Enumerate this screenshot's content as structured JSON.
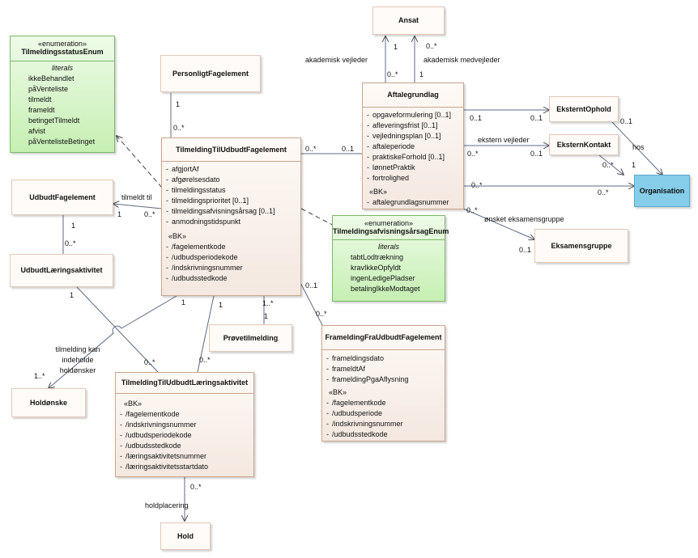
{
  "classes": {
    "ansat": {
      "title": "Ansat"
    },
    "personligt": {
      "title": "PersonligtFagelement"
    },
    "udbudt_fagelement": {
      "title": "UdbudtFagelement"
    },
    "udbudt_laering": {
      "title": "UdbudtLæringsaktivitet"
    },
    "holdonske": {
      "title": "Holdønske"
    },
    "provetilmelding": {
      "title": "Prøvetilmelding"
    },
    "hold": {
      "title": "Hold"
    },
    "ekstern_ophold": {
      "title": "EksterntOphold"
    },
    "ekstern_kontakt": {
      "title": "EksternKontakt"
    },
    "eksamensgruppe": {
      "title": "Eksamensgruppe"
    },
    "organisation": {
      "title": "Organisation"
    },
    "status_enum": {
      "stereotype": "«enumeration»",
      "title": "TilmeldingsstatusEnum",
      "literals_header": "literals",
      "literals": [
        "ikkeBehandlet",
        "påVenteliste",
        "tilmeldt",
        "frameldt",
        "betingetTilmeldt",
        "afvist",
        "påVentelisteBetinget"
      ]
    },
    "afvisning_enum": {
      "stereotype": "«enumeration»",
      "title": "TilmeldingsafvisningsårsagEnum",
      "literals_header": "literals",
      "literals": [
        "tabtLodtrækning",
        "kravIkkeOpfyldt",
        "ingenLedigePladser",
        "betalingIkkeModtaget"
      ]
    },
    "tilmelding_fag": {
      "title": "TilmeldingTilUdbudtFagelement",
      "attributes": [
        "afgjortAf",
        "afgørelsesdato",
        "tilmeldingsstatus",
        "tilmeldingsprioritet [0..1]",
        "tilmeldingsafvisningsårsag [0..1]",
        "anmodningstidspunkt"
      ],
      "bk_label": "«BK»",
      "bk": [
        "/fagelementkode",
        "/udbudsperiodekode",
        "/indskrivningsnummer",
        "/udbudsstedkode"
      ]
    },
    "aftalegrundlag": {
      "title": "Aftalegrundlag",
      "attributes": [
        "opgaveformulering [0..1]",
        "afleveringsfrist [0..1]",
        "vejledningsplan [0..1]",
        "aftaleperiode",
        "praktiskeForhold [0..1]",
        "lønnetPraktik",
        "fortrolighed"
      ],
      "bk_label": "«BK»",
      "bk": [
        "aftalegrundlagsnummer"
      ]
    },
    "framelding": {
      "title": "FrameldingFraUdbudtFagelement",
      "attributes": [
        "frameldingsdato",
        "frameldtAf",
        "frameldingPgaAflysning"
      ],
      "bk_label": "«BK»",
      "bk": [
        "/fagelementkode",
        "/udbudsperiode",
        "/indskrivningsnummer",
        "/udbudsstedkode"
      ]
    },
    "tilmelding_laering": {
      "title": "TilmeldingTilUdbudtLæringsaktivitet",
      "bk_label": "«BK»",
      "bk": [
        "/fagelementkode",
        "/indskrivningsnummer",
        "/udbudsperiodekode",
        "/udbudsstedkode",
        "/læringsaktivitetsnummer",
        "/læringsaktivitetsstartdato"
      ]
    }
  },
  "labels": {
    "akademisk_vejleder": "akademisk vejleder",
    "akademisk_medvejleder": "akademisk medvejleder",
    "ekstern_vejleder": "ekstern vejleder",
    "hos": "hos",
    "onsket_eksamensgruppe": "ønsket eksamensgruppe",
    "tilmeldt_til": "tilmeldt til",
    "holdplacering": "holdplacering",
    "kan_indeholde_1": "tilmelding kan",
    "kan_indeholde_2": "indeholde",
    "kan_indeholde_3": "holdønsker"
  },
  "multiplicities": {
    "m1": "1",
    "m2": "0..*",
    "m3": "0..*",
    "m4": "1",
    "m5": "1",
    "m6": "0..*",
    "m7": "0..*",
    "m8": "0..1",
    "m9": "0..1",
    "m10": "0..1",
    "m11": "0..*",
    "m12": "0..1",
    "m13": "0..*",
    "m14": "1",
    "m15": "0..1",
    "m16": "0..*",
    "m17": "0..*",
    "m18": "0..*",
    "m19": "0..1",
    "m20": "1",
    "m21": "0..*",
    "m22": "1",
    "m23": "0..*",
    "m24": "1",
    "m25": "0..*",
    "m26": "1",
    "m27": "0..*",
    "m28": "1",
    "m29": "1..*",
    "m30": "1",
    "m31": "0..1",
    "m32": "0..*",
    "m33": "1..*",
    "m34": "0..*"
  }
}
